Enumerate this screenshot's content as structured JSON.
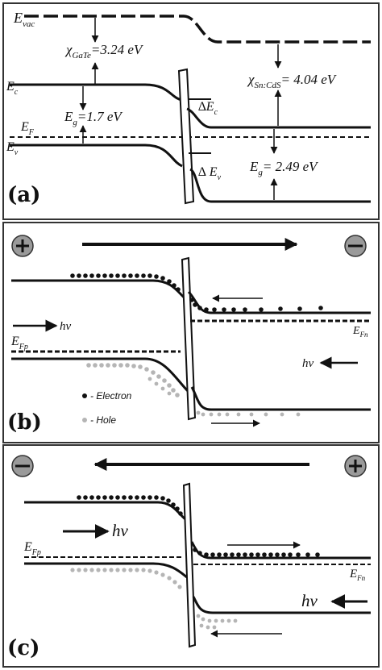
{
  "figure": {
    "panel_a": {
      "letter": "(a)",
      "e_vac": "E",
      "e_vac_sub": "vac",
      "chi_left": "χ",
      "chi_left_sub": "GaTe",
      "chi_left_val": "=3.24 eV",
      "e_c": "E",
      "e_c_sub": "c",
      "e_g_left": "E",
      "e_g_left_sub": "g",
      "e_g_left_val": "=1.7 eV",
      "e_f": "E",
      "e_f_sub": "F",
      "e_v": "E",
      "e_v_sub": "v",
      "delta_ec": "∆E",
      "delta_ec_sub": "c",
      "delta_ev": "∆ E",
      "delta_ev_sub": "v",
      "chi_right": "χ",
      "chi_right_sub": "Sn:CdS",
      "chi_right_val": "= 4.04 eV",
      "e_g_right": "E",
      "e_g_right_sub": "g",
      "e_g_right_val": "= 2.49 eV"
    },
    "panel_b": {
      "letter": "(b)",
      "plus_symbol": "+",
      "minus_symbol": "−",
      "hv_left": "hν",
      "hv_right": "hν",
      "e_fp": "E",
      "e_fp_sub": "Fp",
      "e_fn": "E",
      "e_fn_sub": "Fn",
      "legend_electron": "- Electron",
      "legend_hole": "- Hole"
    },
    "panel_c": {
      "letter": "(c)",
      "plus_symbol": "+",
      "minus_symbol": "−",
      "hv_left": "hν",
      "hv_right": "hν",
      "e_fp": "E",
      "e_fp_sub": "Fp",
      "e_fn": "E",
      "e_fn_sub": "Fn"
    }
  },
  "colors": {
    "line": "#111111",
    "hole": "#b5b5b5",
    "circle_fill": "#9a9a9a",
    "frame": "#333333"
  }
}
